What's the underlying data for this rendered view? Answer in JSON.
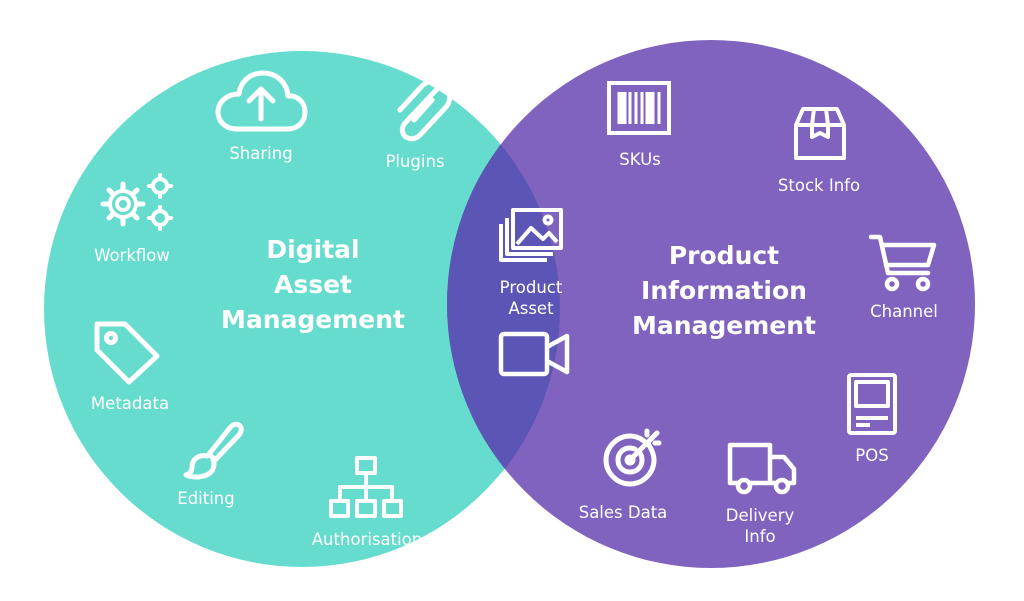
{
  "colors": {
    "dam_circle": "#65dccd",
    "pim_circle": "#8062bf",
    "overlap": "#5b55b5",
    "foreground": "#ffffff"
  },
  "dam": {
    "title": [
      "Digital",
      "Asset",
      "Management"
    ],
    "items": {
      "sharing": {
        "label": "Sharing",
        "icon": "cloud-upload-icon"
      },
      "plugins": {
        "label": "Plugins",
        "icon": "paperclip-icon"
      },
      "workflow": {
        "label": "Workflow",
        "icon": "gears-icon"
      },
      "metadata": {
        "label": "Metadata",
        "icon": "tag-icon"
      },
      "editing": {
        "label": "Editing",
        "icon": "paintbrush-icon"
      },
      "authorisation": {
        "label": "Authorisation",
        "icon": "hierarchy-icon"
      }
    }
  },
  "overlap": {
    "label": [
      "Product",
      "Asset"
    ],
    "image_icon": "image-stack-icon",
    "video_icon": "video-camera-icon"
  },
  "pim": {
    "title": [
      "Product",
      "Information",
      "Management"
    ],
    "items": {
      "skus": {
        "label": "SKUs",
        "icon": "barcode-icon"
      },
      "stock_info": {
        "label": "Stock Info",
        "icon": "box-icon"
      },
      "channel": {
        "label": "Channel",
        "icon": "shopping-cart-icon"
      },
      "pos": {
        "label": "POS",
        "icon": "pos-terminal-icon"
      },
      "delivery_info": {
        "label": [
          "Delivery",
          "Info"
        ],
        "icon": "delivery-truck-icon"
      },
      "sales_data": {
        "label": "Sales Data",
        "icon": "target-icon"
      }
    }
  }
}
